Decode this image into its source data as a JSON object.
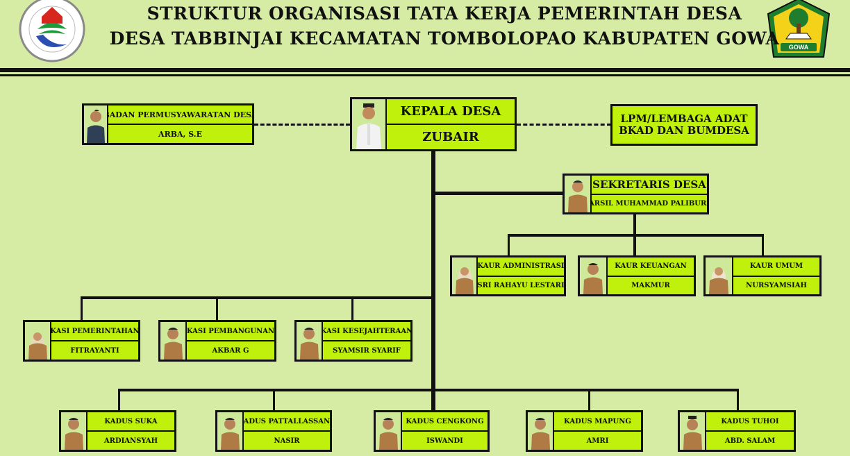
{
  "header": {
    "title_line1": "STRUKTUR ORGANISASI TATA KERJA PEMERINTAH DESA",
    "title_line2": "DESA TABBINJAI KECAMATAN TOMBOLOPAO KABUPATEN GOWA",
    "logo_right_text": "GOWA"
  },
  "colors": {
    "background": "#d6eca4",
    "box_fill": "#bff10d",
    "line": "#111111",
    "uniform_khaki": "#b07a45",
    "uniform_white": "#f2f2f2"
  },
  "org_chart": {
    "head": {
      "title": "KEPALA DESA",
      "name": "ZUBAIR"
    },
    "bpd": {
      "title": "BADAN PERMUSYAWARATAN DESA",
      "name": "ARBA, S.E"
    },
    "partners": {
      "line1": "LPM/LEMBAGA ADAT",
      "line2": "BKAD DAN BUMDESA"
    },
    "secretary": {
      "title": "SEKRETARIS DESA",
      "name": "ARSIL MUHAMMAD PALIBURI"
    },
    "kaur": [
      {
        "title": "KAUR ADMINISTRASI",
        "name": "SRI RAHAYU LESTARI"
      },
      {
        "title": "KAUR KEUANGAN",
        "name": "MAKMUR"
      },
      {
        "title": "KAUR UMUM",
        "name": "NURSYAMSIAH"
      }
    ],
    "kasi": [
      {
        "title": "KASI PEMERINTAHAN",
        "name": "FITRAYANTI"
      },
      {
        "title": "KASI PEMBANGUNAN",
        "name": "AKBAR G"
      },
      {
        "title": "KASI KESEJAHTERAAN",
        "name": "SYAMSIR SYARIF"
      }
    ],
    "kadus": [
      {
        "title": "KADUS SUKA",
        "name": "ARDIANSYAH"
      },
      {
        "title": "KADUS PATTALLASSANG",
        "name": "NASIR"
      },
      {
        "title": "KADUS CENGKONG",
        "name": "ISWANDI"
      },
      {
        "title": "KADUS MAPUNG",
        "name": "AMRI"
      },
      {
        "title": "KADUS TUHOI",
        "name": "ABD. SALAM"
      }
    ]
  }
}
